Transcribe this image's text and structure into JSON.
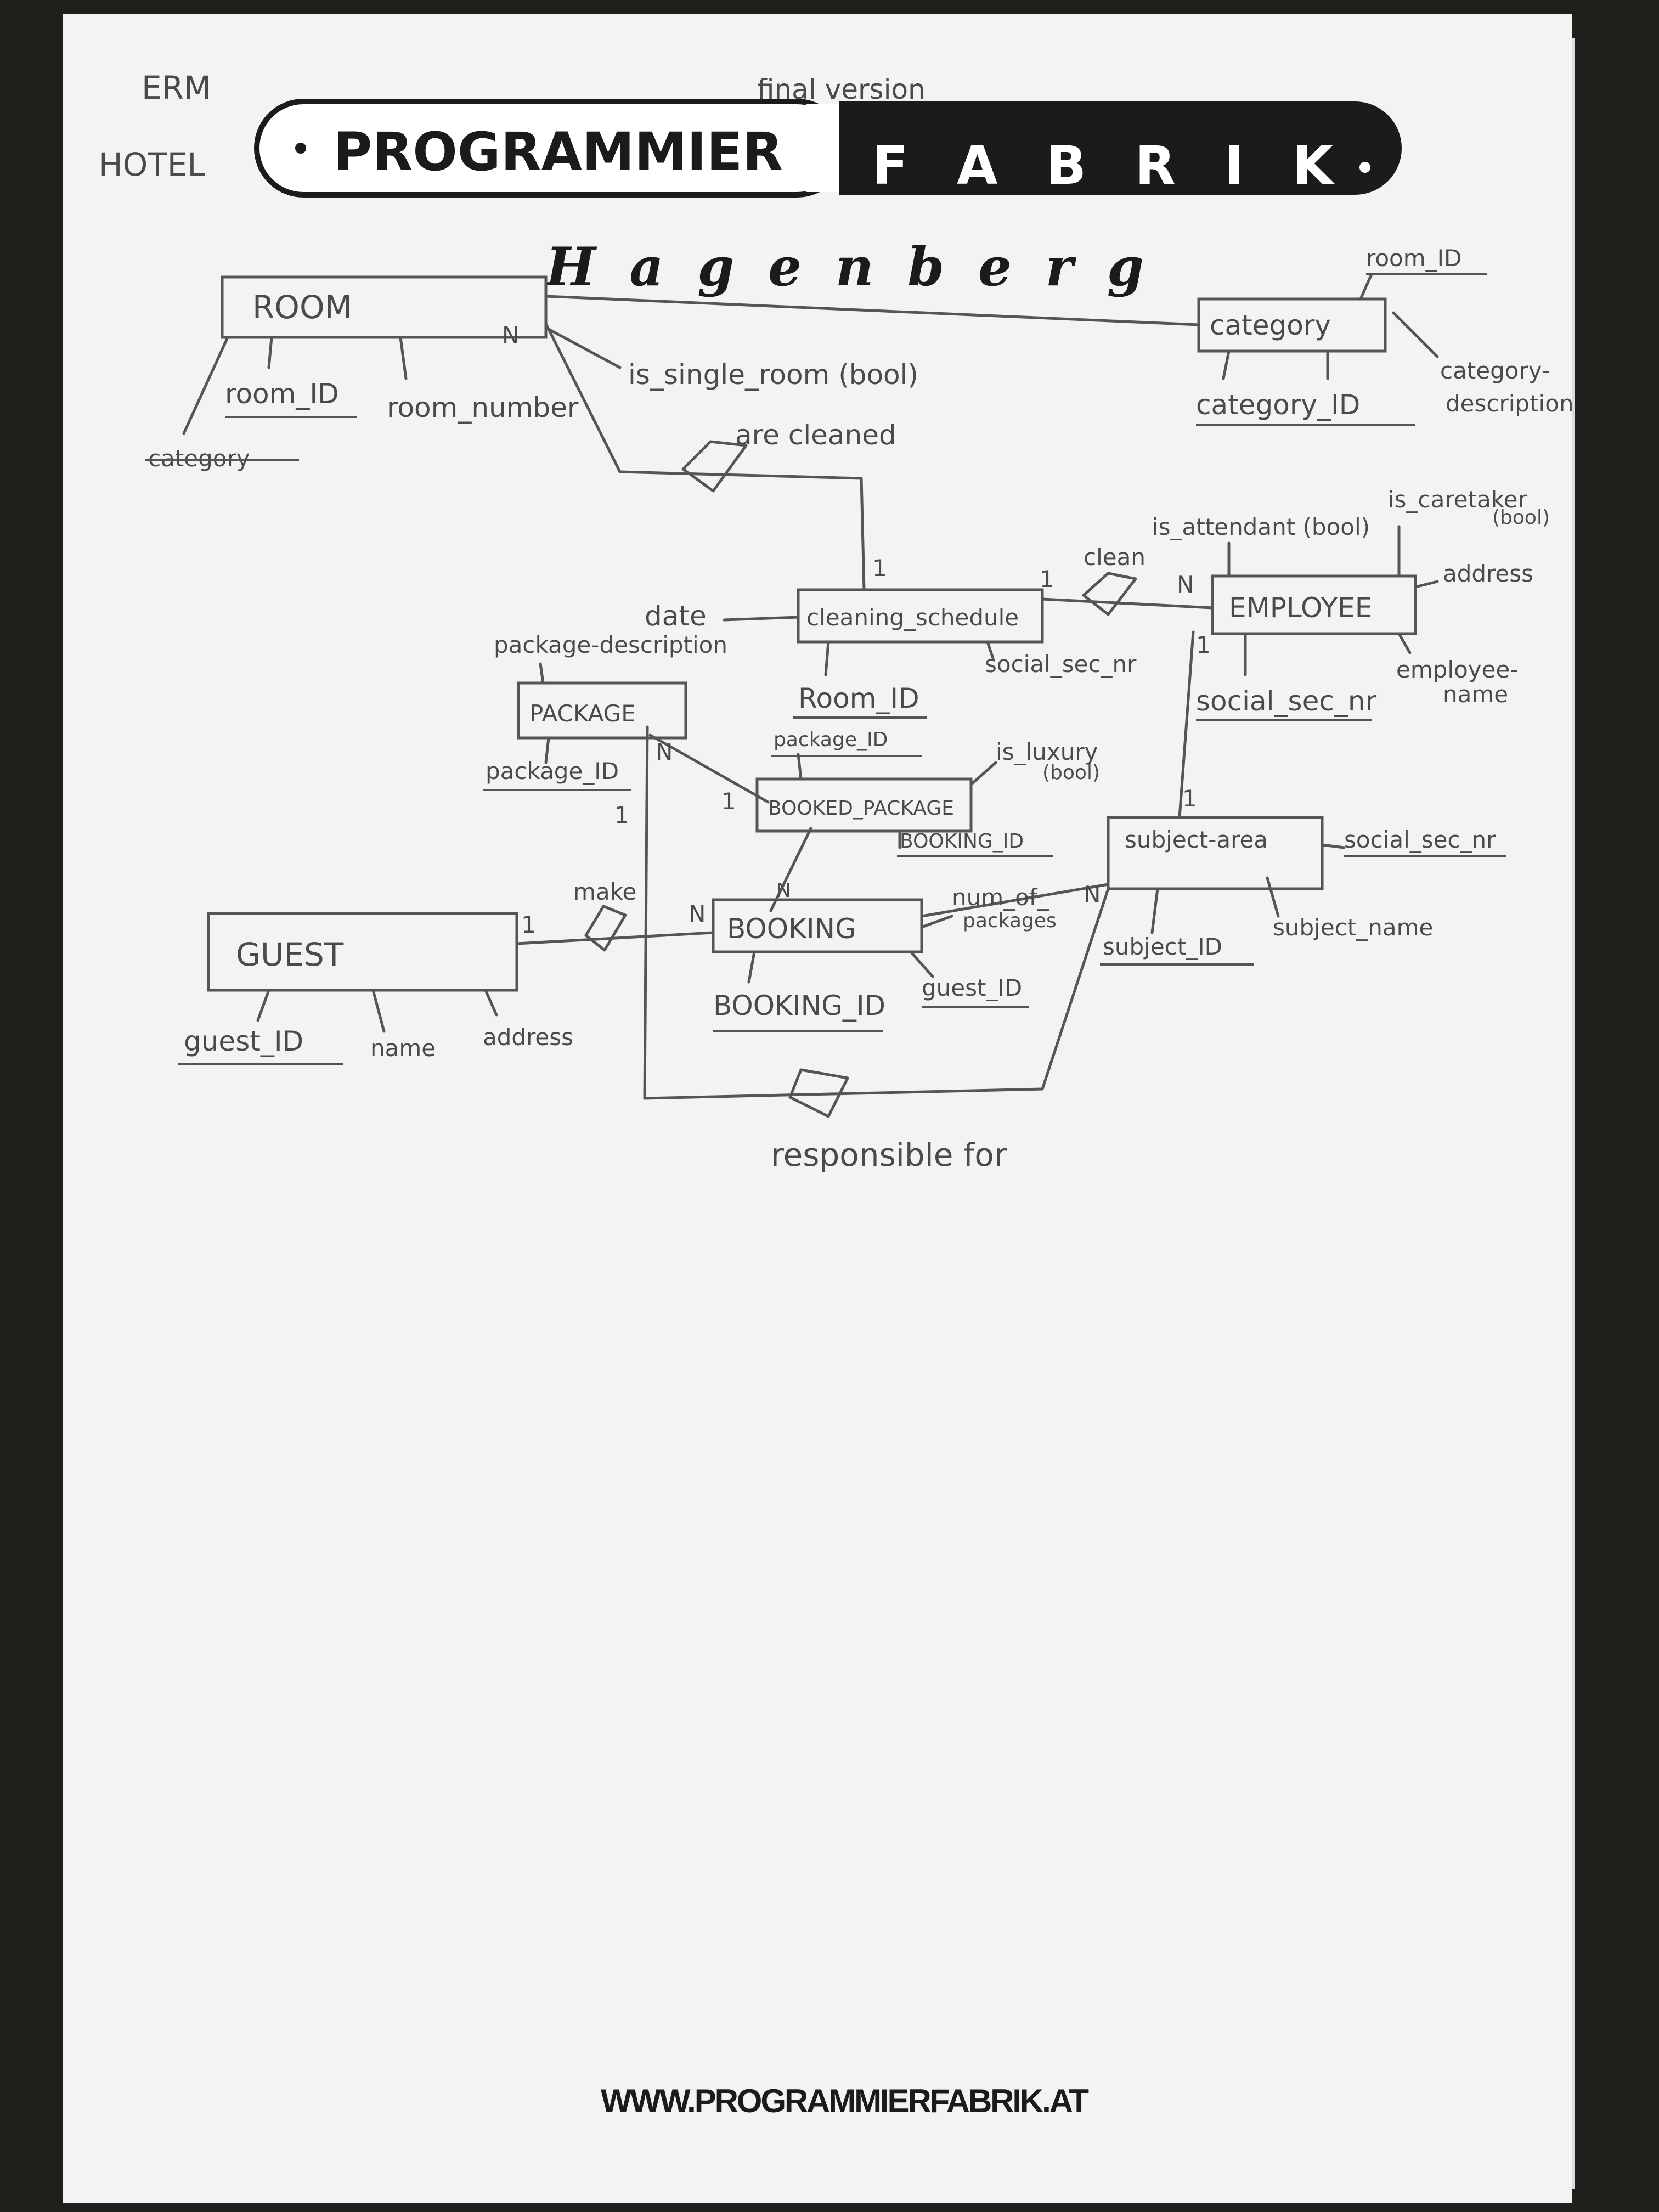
{
  "header": {
    "handwritten_erm": "ERM",
    "handwritten_hotel": "HOTEL",
    "handwritten_version": "final version",
    "logo_left": "PROGRAMMIER",
    "logo_right": "F A B R I K",
    "logo_sub": "H a g e n b e r g"
  },
  "footer": {
    "url": "WWW.PROGRAMMIERFABRIK.AT"
  },
  "entities": {
    "room": "ROOM",
    "category": "category",
    "cleaning_schedule": "cleaning_schedule",
    "employee": "EMPLOYEE",
    "package": "PACKAGE",
    "booked_package": "BOOKED_PACKAGE",
    "guest": "GUEST",
    "booking": "BOOKING",
    "subject_area": "subject-area"
  },
  "relationships": {
    "are_cleaned": "are cleaned",
    "clean": "clean",
    "make": "make",
    "responsible_for": "responsible for"
  },
  "attributes": {
    "room_id": "room_ID",
    "room_number": "room_number",
    "is_single_room": "is_single_room (bool)",
    "category_crossed": "category",
    "cat_room_id": "room_ID",
    "category_id": "category_ID",
    "category_description_1": "category-",
    "category_description_2": "description",
    "is_attendant": "is_attendant (bool)",
    "is_caretaker": "is_caretaker",
    "is_caretaker_bool": "(bool)",
    "date": "date",
    "cs_room_id": "Room_ID",
    "cs_social_sec": "social_sec_nr",
    "emp_social_sec": "social_sec_nr",
    "emp_address": "address",
    "employee_name_1": "employee-",
    "employee_name_2": "name",
    "package_description": "package-description",
    "package_id": "package_ID",
    "bp_package_id": "package_ID",
    "is_luxury": "is_luxury",
    "is_luxury_bool": "(bool)",
    "bp_booking_id": "BOOKING_ID",
    "sa_social_sec": "social_sec_nr",
    "subject_id": "subject_ID",
    "subject_name": "subject_name",
    "num_packages_1": "num_of_",
    "num_packages_2": "packages",
    "booking_id": "BOOKING_ID",
    "bk_guest_id": "guest_ID",
    "guest_id": "guest_ID",
    "guest_name": "name",
    "guest_address": "address"
  },
  "cardinalities": {
    "room_n": "N",
    "cs_1": "1",
    "cs_clean_1": "1",
    "emp_clean_n": "N",
    "emp_1": "1",
    "sa_1": "1",
    "sa_n": "N",
    "pkg_n": "N",
    "pkg_1": "1",
    "bp_1": "1",
    "bk_bp_n": "N",
    "guest_1": "1",
    "bk_make_n": "N"
  }
}
